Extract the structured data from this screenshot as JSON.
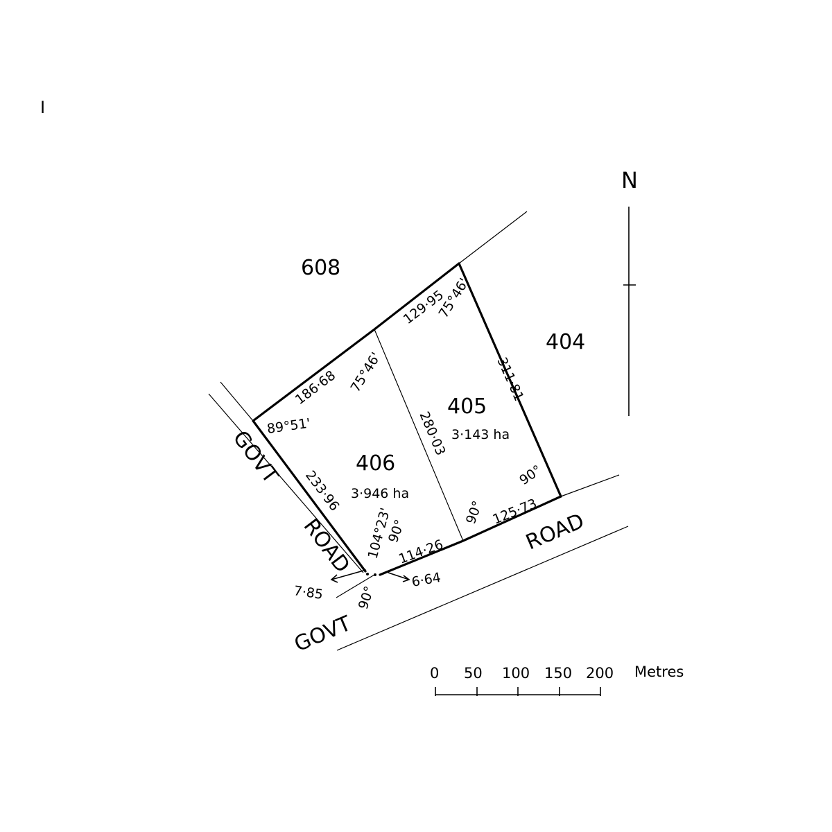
{
  "sheet_marker": "I",
  "north_label": "N",
  "lots": {
    "lot_608": "608",
    "lot_404": "404",
    "lot_405": {
      "number": "405",
      "area": "3·143 ha"
    },
    "lot_406": {
      "number": "406",
      "area": "3·946 ha"
    }
  },
  "dimensions": {
    "d_129_95": "129·95",
    "a_75_46_top": "75°46'",
    "d_186_68": "186·68",
    "a_75_46_mid": "75°46'",
    "d_311_81": "311·81",
    "d_280_03": "280·03",
    "a_89_51": "89°51'",
    "d_233_96": "233·96",
    "a_90_right": "90°",
    "d_125_73": "125·73",
    "a_90_mid": "90°",
    "a_104_23": "104°23'",
    "a_90_corner": "90°",
    "d_114_26": "114·26",
    "d_6_64": "6·64",
    "d_7_85": "7·85",
    "a_90_bottom": "90°"
  },
  "roads": {
    "govt_upper": "GOVT",
    "road_left": "ROAD",
    "road_right": "ROAD",
    "govt_lower": "GOVT"
  },
  "scale_bar": {
    "ticks": [
      "0",
      "50",
      "100",
      "150",
      "200"
    ],
    "unit": "Metres"
  }
}
